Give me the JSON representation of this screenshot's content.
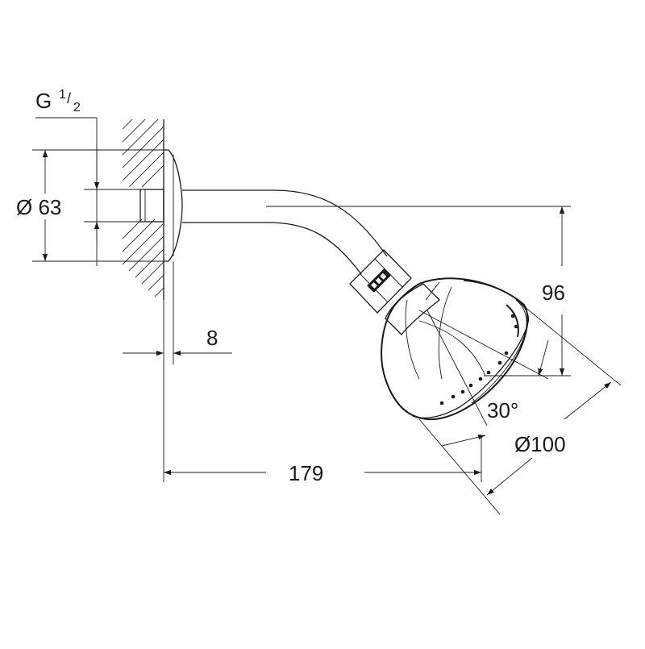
{
  "dimensions": {
    "thread_main": "G",
    "thread_sup": "1",
    "thread_sub": "2",
    "flange_diameter": "Ø 63",
    "wall_offset": "8",
    "head_drop": "96",
    "tilt_angle": "30°",
    "head_diameter": "Ø100",
    "projection": "179"
  },
  "colors": {
    "line": "#1a1a1a",
    "background": "#ffffff"
  }
}
